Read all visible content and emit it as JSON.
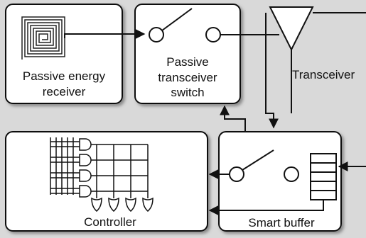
{
  "blocks": {
    "energy_receiver": {
      "label_line1": "Passive energy",
      "label_line2": "receiver"
    },
    "transceiver_switch": {
      "label_line1": "Passive",
      "label_line2": "transceiver",
      "label_line3": "switch"
    },
    "transceiver": {
      "label": "Transceiver"
    },
    "controller": {
      "label": "Controller"
    },
    "smart_buffer": {
      "label": "Smart buffer"
    }
  },
  "colors": {
    "background": "#d9d9d9",
    "block_fill": "#ffffff",
    "stroke": "#111111"
  }
}
